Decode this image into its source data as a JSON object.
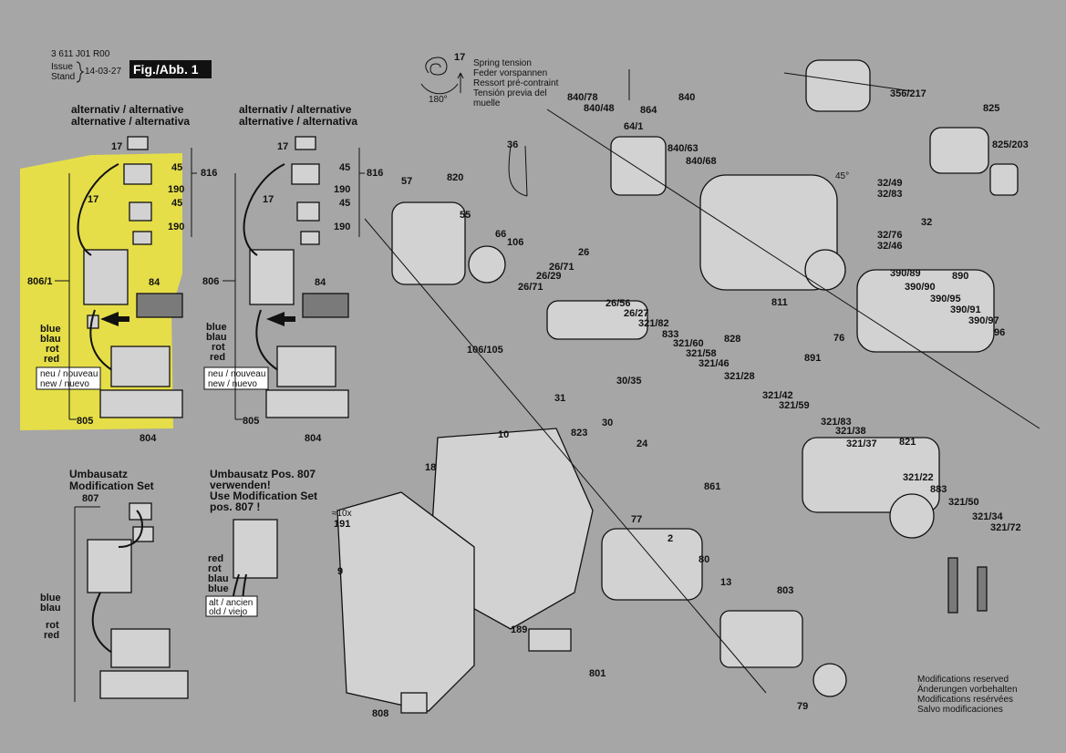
{
  "header": {
    "doc_number": "3 611 J01 R00",
    "issue_label": "Issue",
    "stand_label": "Stand",
    "date": "14-03-27",
    "figure": "Fig./Abb. 1"
  },
  "spring": {
    "part": "17",
    "angle": "180°",
    "lines": [
      "Spring tension",
      "Feder vorspannen",
      "Ressort pré-contraint",
      "Tensión previa del",
      "muelle"
    ]
  },
  "alt1": {
    "title1": "alternativ / alternative",
    "title2": "alternative / alternativa",
    "labels": {
      "p17": "17",
      "p45a": "45",
      "p816": "816",
      "p190a": "190",
      "p17b": "17",
      "p45b": "45",
      "p190b": "190",
      "p806": "806/1",
      "p84": "84",
      "p805": "805",
      "p804": "804"
    },
    "wires": [
      "blue",
      "blau",
      "rot",
      "red"
    ],
    "version": [
      "neu / nouveau",
      "new / nuevo"
    ],
    "highlight": "#e8e043"
  },
  "alt2": {
    "title1": "alternativ / alternative",
    "title2": "alternative / alternativa",
    "labels": {
      "p17": "17",
      "p45a": "45",
      "p816": "816",
      "p190a": "190",
      "p17b": "17",
      "p45b": "45",
      "p190b": "190",
      "p806": "806",
      "p84": "84",
      "p805": "805",
      "p804": "804"
    },
    "wires": [
      "blue",
      "blau",
      "rot",
      "red"
    ],
    "version": [
      "neu / nouveau",
      "new / nuevo"
    ]
  },
  "modset": {
    "title1": "Umbausatz",
    "title2": "Modification Set",
    "part": "807",
    "wires": [
      "blue",
      "blau",
      "rot",
      "red"
    ]
  },
  "modnote": {
    "lines": [
      "Umbausatz Pos. 807",
      "verwenden!",
      "Use Modification Set",
      "pos. 807 !"
    ],
    "wires": [
      "red",
      "rot",
      "blau",
      "blue"
    ],
    "version": [
      "alt / ancien",
      "old / viejo"
    ]
  },
  "parts": [
    "840/78",
    "840/48",
    "864",
    "840",
    "64/1",
    "840/63",
    "840/68",
    "356/217",
    "825",
    "825/203",
    "36",
    "57",
    "820",
    "55",
    "66",
    "106",
    "26",
    "26/71",
    "26/29",
    "26/71",
    "26/56",
    "26/27",
    "321/82",
    "833",
    "321/60",
    "321/58",
    "321/46",
    "828",
    "321/28",
    "106/105",
    "31",
    "30/35",
    "30",
    "823",
    "24",
    "861",
    "45°",
    "32/49",
    "32/83",
    "32",
    "32/76",
    "32/46",
    "811",
    "76",
    "390/89",
    "890",
    "390/90",
    "390/95",
    "390/91",
    "390/97",
    "96",
    "891",
    "321/42",
    "321/59",
    "321/83",
    "321/38",
    "321/37",
    "821",
    "321/22",
    "883",
    "321/50",
    "321/34",
    "321/72",
    "10",
    "18",
    "≈10x",
    "191",
    "9",
    "77",
    "2",
    "80",
    "13",
    "803",
    "189",
    "801",
    "79",
    "808"
  ],
  "footer": {
    "lines": [
      "Modifications reserved",
      "Änderungen vorbehalten",
      "Modifications resérvées",
      "Salvo modificaciones"
    ]
  }
}
